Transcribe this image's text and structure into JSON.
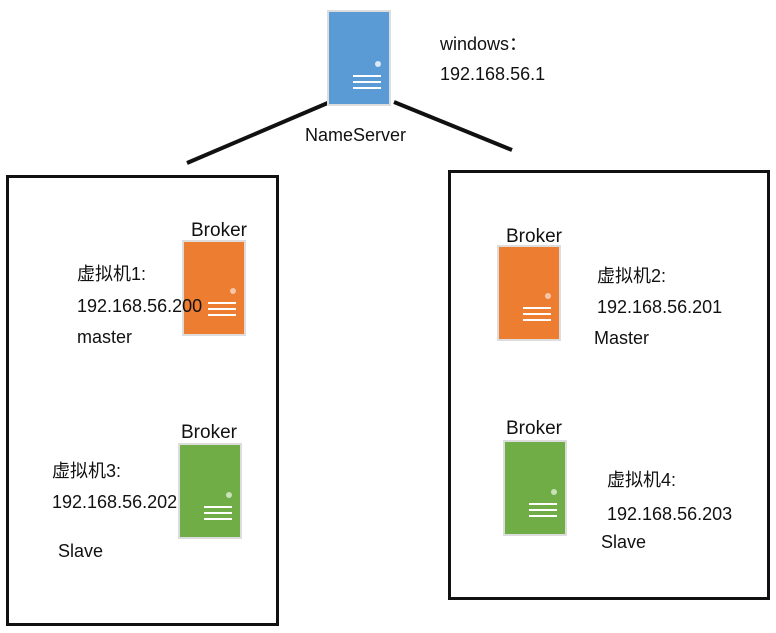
{
  "colors": {
    "nameserver_fill": "#5b9bd5",
    "master_broker_fill": "#ed7d31",
    "slave_broker_fill": "#70ad47",
    "icon_detail": "#ffffff",
    "line": "#111111"
  },
  "nameserver": {
    "icon": "server-icon",
    "label": "NameServer",
    "host_line1": "windows：",
    "host_line2": "192.168.56.1"
  },
  "groups": [
    {
      "master": {
        "broker_label": "Broker",
        "vm_name": "虚拟机1:",
        "ip": "192.168.56.200",
        "role": "master"
      },
      "slave": {
        "broker_label": "Broker",
        "vm_name": "虚拟机3:",
        "ip": "192.168.56.202",
        "role": "Slave"
      }
    },
    {
      "master": {
        "broker_label": "Broker",
        "vm_name": "虚拟机2:",
        "ip": "192.168.56.201",
        "role": "Master"
      },
      "slave": {
        "broker_label": "Broker",
        "vm_name": "虚拟机4:",
        "ip": "192.168.56.203",
        "role": "Slave"
      }
    }
  ]
}
